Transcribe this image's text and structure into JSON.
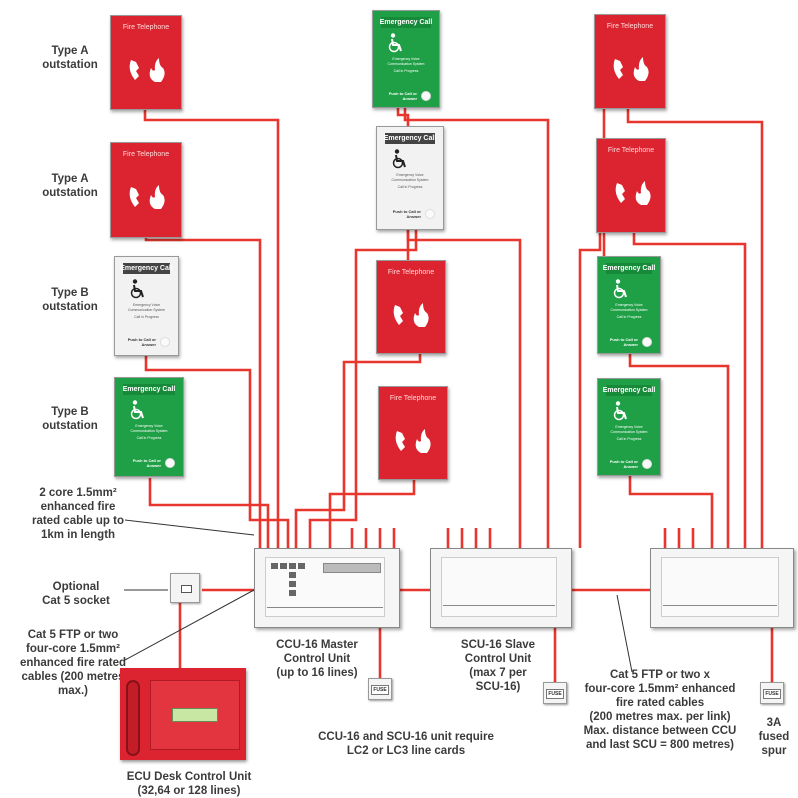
{
  "colors": {
    "cable": "#e8362e",
    "fire_panel": "#dc2430",
    "refuge_panel": "#1fa046",
    "white_panel": "#f2f2f2"
  },
  "labels": {
    "type_a_1": "Type A\noutstation",
    "type_a_2": "Type A\noutstation",
    "type_b_1": "Type B\noutstation",
    "type_b_2": "Type B\noutstation",
    "cable_2core": "2 core 1.5mm² enhanced fire rated cable up to 1km in length",
    "optional_socket": "Optional\nCat 5 socket",
    "cat5_left": "Cat 5 FTP or two four-core 1.5mm² enhanced fire rated cables (200 metres max.)",
    "ccu16": "CCU-16 Master\nControl Unit\n(up to 16 lines)",
    "scu16": "SCU-16 Slave\nControl Unit\n(max 7 per\nSCU-16)",
    "cat5_right": "Cat 5 FTP or two x\nfour-core 1.5mm² enhanced\nfire rated cables\n(200 metres max. per link)\nMax. distance between CCU\nand last SCU = 800 metres)",
    "fused_spur": "3A\nfused\nspur",
    "line_cards": "CCU-16 and SCU-16 unit require\nLC2 or LC3 line cards",
    "ecu": "ECU Desk Control Unit\n(32,64 or 128 lines)"
  },
  "panels": {
    "fire_title": "Fire Telephone",
    "emergency_title": "Emergency Call",
    "emergency_sub": "Emergency Voice Communication System",
    "emergency_sub2": "Call in Progress",
    "push_text": "Push to Call or Answer",
    "fuse_text": "FUSE"
  },
  "icons": {
    "fire_phone": "phone-flame-icon",
    "accessible": "wheelchair-icon"
  }
}
